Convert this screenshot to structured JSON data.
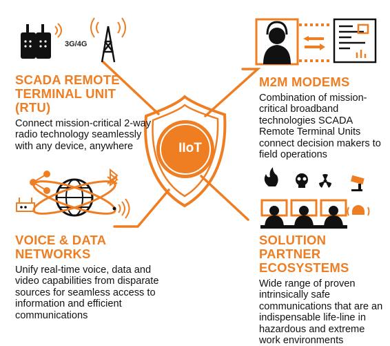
{
  "hub": {
    "label": "IIoT"
  },
  "quadrants": {
    "rtu": {
      "title_line1": "SCADA REMOTE",
      "title_line2": "TERMINAL UNIT (RTU)",
      "body": "Connect mission-critical 2-way radio technology seamlessly with any device, anywhere",
      "badge": "3G/4G"
    },
    "m2m": {
      "title": "M2M MODEMS",
      "body": "Combination of mission-critical broadband technologies SCADA Remote Terminal Units connect decision makers to field operations"
    },
    "voice": {
      "title_line1": "VOICE & DATA",
      "title_line2": "NETWORKS",
      "body": "Unify real-time voice, data and video capabilities from disparate sources for seamless access to information and efficient communications"
    },
    "solutions": {
      "title_line1": "SOLUTION PARTNER",
      "title_line2": "ECOSYSTEMS",
      "body": "Wide range of proven intrinsically safe communications that are an indispensable life-line in hazardous and extreme work environments"
    }
  },
  "colors": {
    "accent": "#ef7d22",
    "ink": "#111111"
  },
  "icons": [
    "walkie-talkie-icon",
    "radio-tower-icon",
    "operator-headset-icon",
    "data-transfer-icon",
    "document-icon",
    "share-icon",
    "globe-network-icon",
    "bluetooth-icon",
    "router-icon",
    "wireless-signal-icon",
    "fire-hazard-icon",
    "skull-icon",
    "radiation-icon",
    "security-camera-icon",
    "alarm-icon",
    "control-room-icon",
    "shield-icon"
  ]
}
